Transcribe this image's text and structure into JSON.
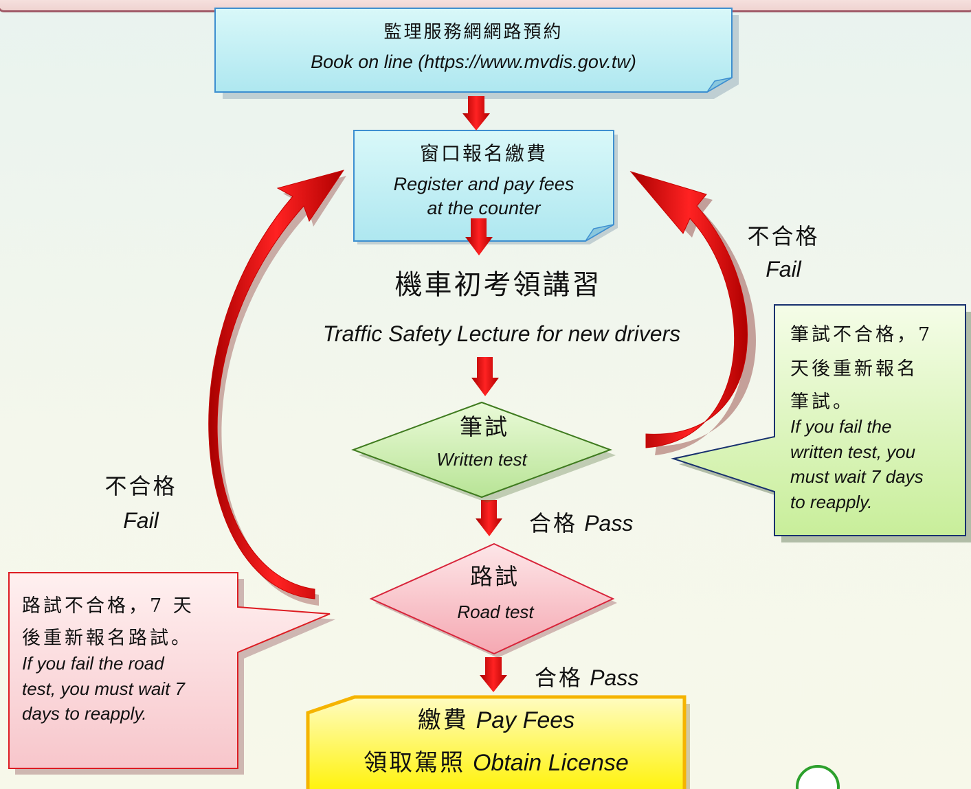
{
  "book": {
    "zh": "監理服務網網路預約",
    "en": "Book on line (https://www.mvdis.gov.tw)"
  },
  "register": {
    "zh": "窗口報名繳費",
    "en1": "Register and pay fees",
    "en2": "at the counter"
  },
  "lecture": {
    "zh": "機車初考領講習",
    "en": "Traffic Safety Lecture for new drivers"
  },
  "written": {
    "zh": "筆試",
    "en": "Written test"
  },
  "road": {
    "zh": "路試",
    "en": "Road test"
  },
  "pass1": {
    "zh": "合格",
    "en": "Pass"
  },
  "pass2": {
    "zh": "合格",
    "en": "Pass"
  },
  "fail_right": {
    "zh": "不合格",
    "en": "Fail"
  },
  "fail_left": {
    "zh": "不合格",
    "en": "Fail"
  },
  "written_note": {
    "zh1": "筆試不合格，7",
    "zh2": "天後重新報名",
    "zh3": "筆試。",
    "en1": "If you fail the",
    "en2": "written test, you",
    "en3": "must wait 7 days",
    "en4": "to reapply."
  },
  "road_note": {
    "zh1": "路試不合格，7 天",
    "zh2": "後重新報名路試。",
    "en1": "If you fail the road",
    "en2": "test, you must wait 7",
    "en3": "days to reapply."
  },
  "license": {
    "line1_zh": "繳費",
    "line1_en": "Pay Fees",
    "line2_zh": "領取駕照",
    "line2_en": "Obtain License"
  },
  "colors": {
    "arrow_red": "#ee1111",
    "note_blue": "#c6f2f5",
    "diamond_green": "#cdeeaa",
    "diamond_red": "#f8c0c6",
    "license_yellow": "#fff95a"
  }
}
